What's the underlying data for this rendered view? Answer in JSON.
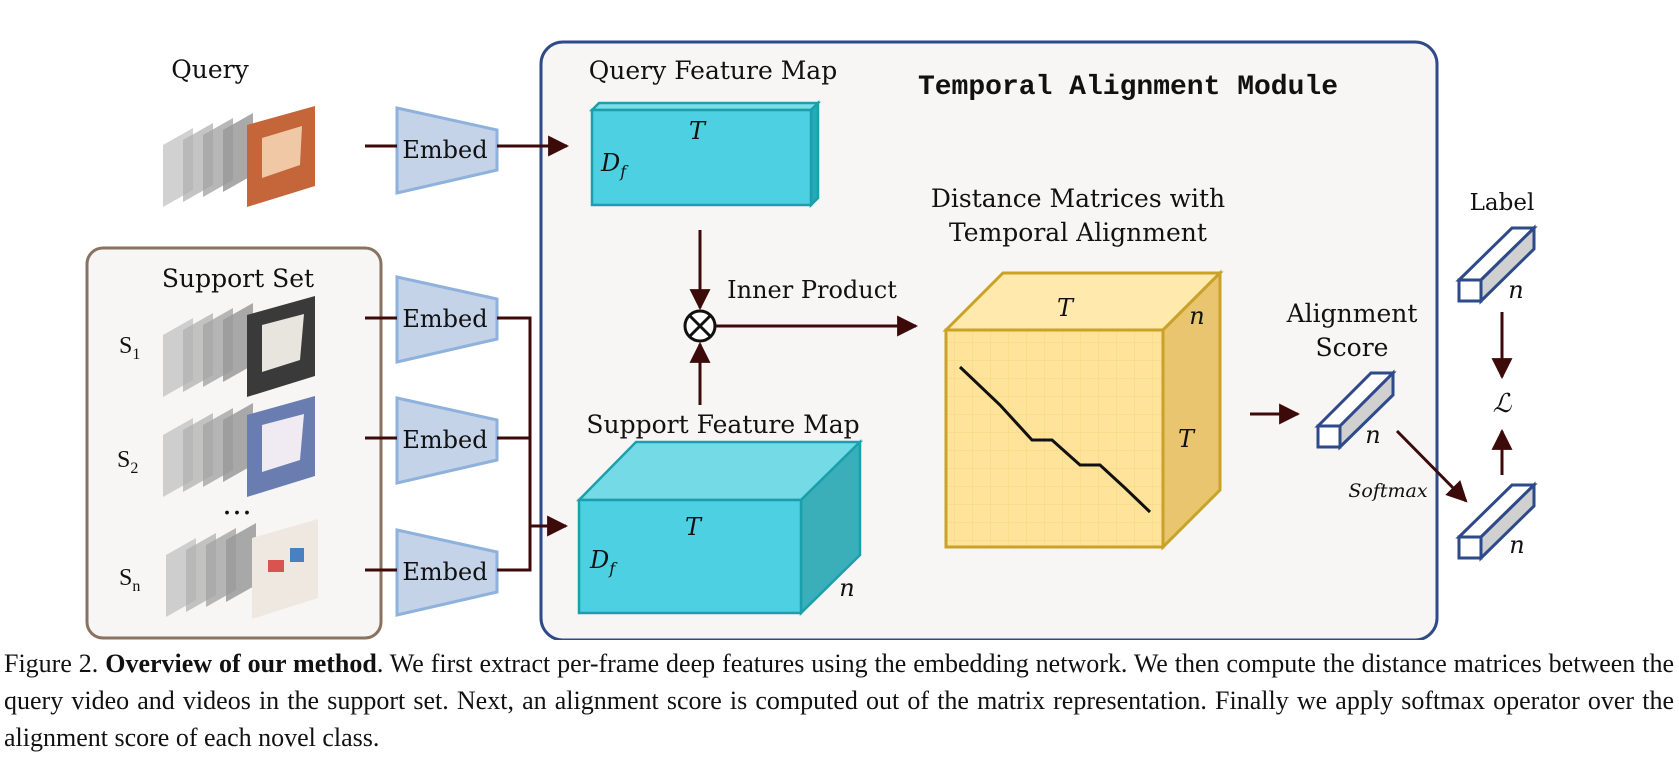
{
  "figure": {
    "query_label": "Query",
    "support_set_label": "Support Set",
    "support_items": [
      {
        "label": "S",
        "sub": "1"
      },
      {
        "label": "S",
        "sub": "2"
      },
      {
        "label": "S",
        "sub": "n"
      }
    ],
    "ellipsis": "…",
    "embed_label": "Embed",
    "module_title": "Temporal Alignment Module",
    "query_feature_map_label": "Query Feature Map",
    "support_feature_map_label": "Support Feature Map",
    "T": "T",
    "D": "D",
    "D_sub": "f",
    "n": "n",
    "inner_product_label": "Inner Product",
    "distance_matrices_line1": "Distance Matrices with",
    "distance_matrices_line2": "Temporal Alignment",
    "alignment_score_line1": "Alignment",
    "alignment_score_line2": "Score",
    "softmax_label": "Softmax",
    "label_label": "Label",
    "loss_symbol": "ℒ",
    "otimes": "⊗"
  },
  "caption": {
    "prefix": "Figure 2. ",
    "bold": "Overview of our method",
    "rest": ". We first extract per-frame deep features using the embedding network. We then compute the distance matrices between the query video and videos in the support set. Next, an alignment score is computed out of the matrix representation. Finally we apply softmax operator over the alignment score of each novel class."
  },
  "colors": {
    "arrow": "#3d0a0a",
    "module_border": "#2e4a8a",
    "module_fill": "#f7f6f4",
    "support_border": "#8a7260",
    "support_fill": "#f7f6f4",
    "embed_fill": "#c5d3e8",
    "embed_stroke": "#8fb2dc",
    "feature_cyan": "#4dd0e1",
    "feature_cyan_dark": "#26a9b8",
    "matrix_fill": "#ffe39a",
    "matrix_border": "#c9a227",
    "vector_stroke": "#2e4a8a"
  }
}
